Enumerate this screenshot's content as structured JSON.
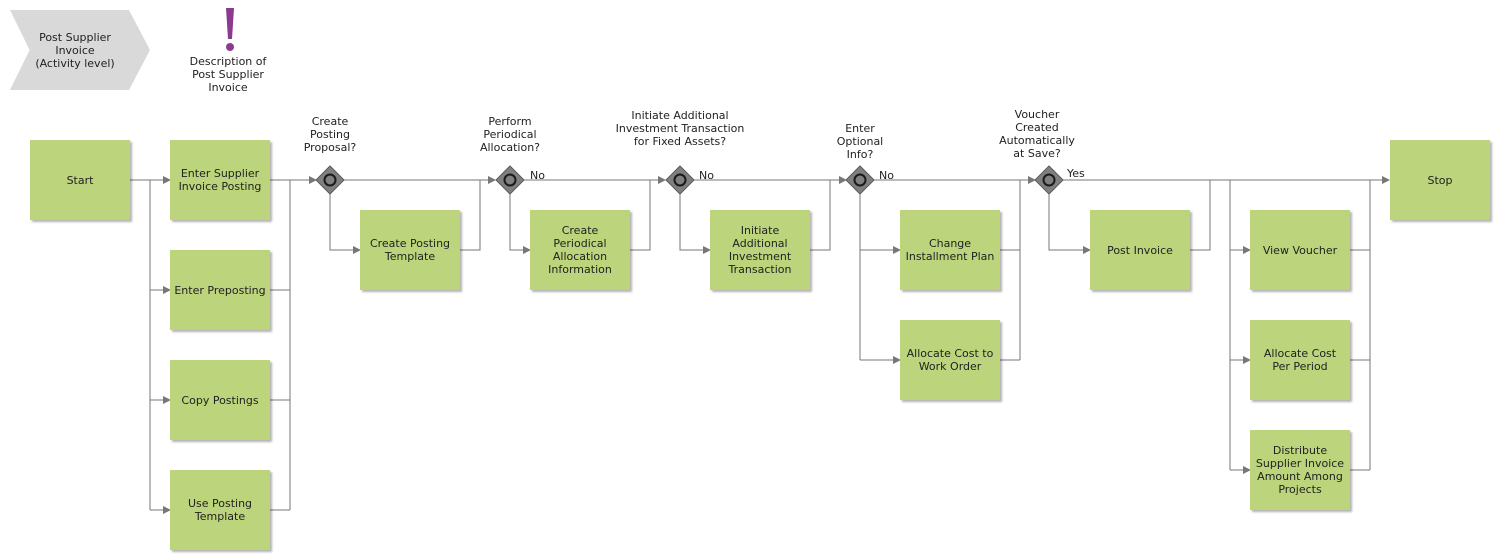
{
  "header": {
    "process_label": "Post Supplier\nInvoice\n(Activity level)",
    "description_label": "Description of\nPost Supplier\nInvoice"
  },
  "colors": {
    "activity_fill": "#bcd47c",
    "gateway_fill": "#808080",
    "connector": "#777777",
    "exclamation": "#8b3a8f"
  },
  "nodes": {
    "start": "Start",
    "enter_supplier_invoice_posting": "Enter Supplier Invoice Posting",
    "enter_preposting": "Enter Preposting",
    "copy_postings": "Copy Postings",
    "use_posting_template": "Use Posting Template",
    "create_posting_template": "Create Posting Template",
    "create_periodical_allocation_information": "Create Periodical Allocation Information",
    "initiate_additional_investment_transaction": "Initiate Additional Investment Transaction",
    "change_installment_plan": "Change Installment Plan",
    "allocate_cost_to_work_order": "Allocate Cost to Work Order",
    "post_invoice": "Post Invoice",
    "view_voucher": "View Voucher",
    "allocate_cost_per_period": "Allocate Cost Per Period",
    "distribute_supplier_invoice": "Distribute Supplier Invoice Amount Among Projects",
    "stop": "Stop"
  },
  "gateways": {
    "g1": "Create Posting Proposal?",
    "g2": "Perform Periodical Allocation?",
    "g3": "Initiate Additional Investment Transaction for Fixed Assets?",
    "g4": "Enter Optional Info?",
    "g5": "Voucher Created Automatically at Save?"
  },
  "branch_labels": {
    "g2_no": "No",
    "g3_no": "No",
    "g4_no": "No",
    "g5_yes": "Yes"
  }
}
